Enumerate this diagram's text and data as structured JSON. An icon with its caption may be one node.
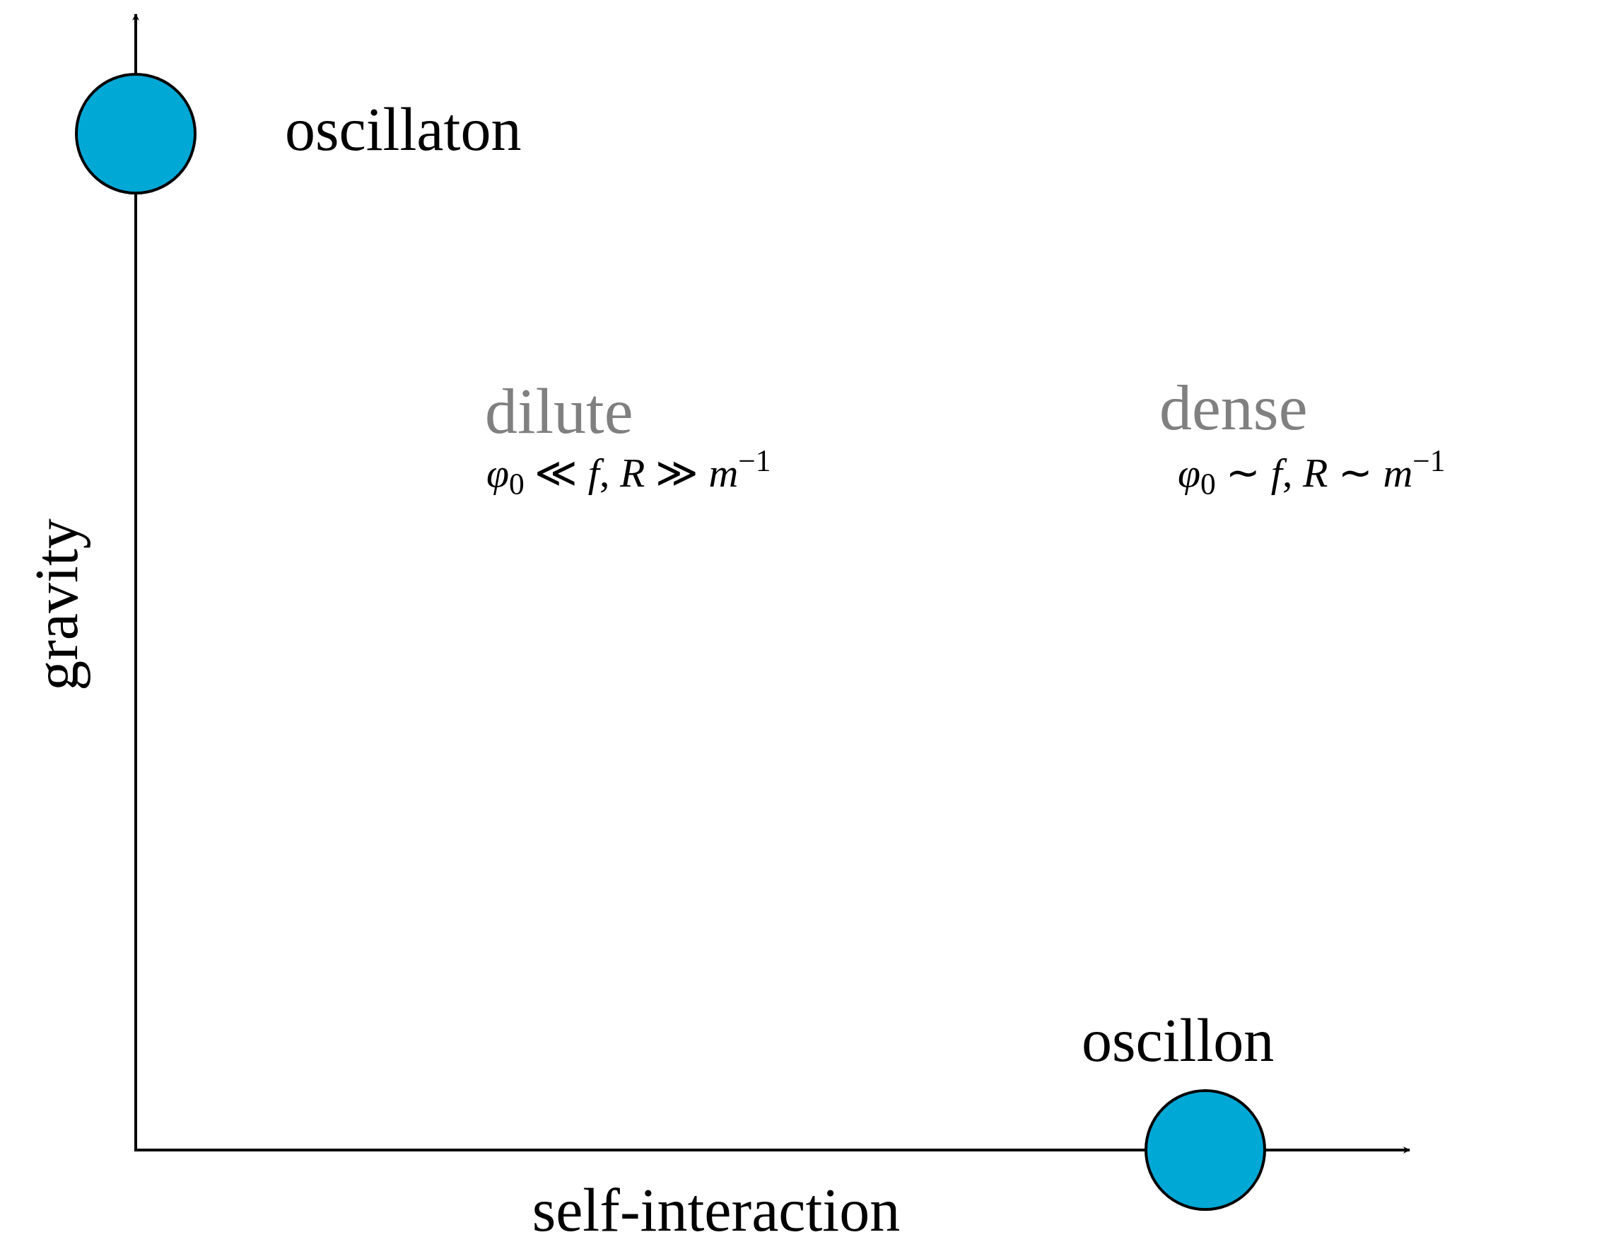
{
  "diagram": {
    "nodes": [
      {
        "text": [],
        "shape": "circle",
        "beside": [
          "oscillaton"
        ]
      },
      {
        "text": [],
        "shape": "circle",
        "beside": [
          "oscillon"
        ]
      }
    ],
    "labels": [
      "gravity",
      "self-interaction",
      "dilute",
      "*φ*$_{0}$ ≪ *f*, *R* ≫ *m*$^{−1}$",
      "dense",
      "*φ*$_{0}$ ∼ *f*, *R* ∼ *m*$^{−1}$"
    ]
  }
}
